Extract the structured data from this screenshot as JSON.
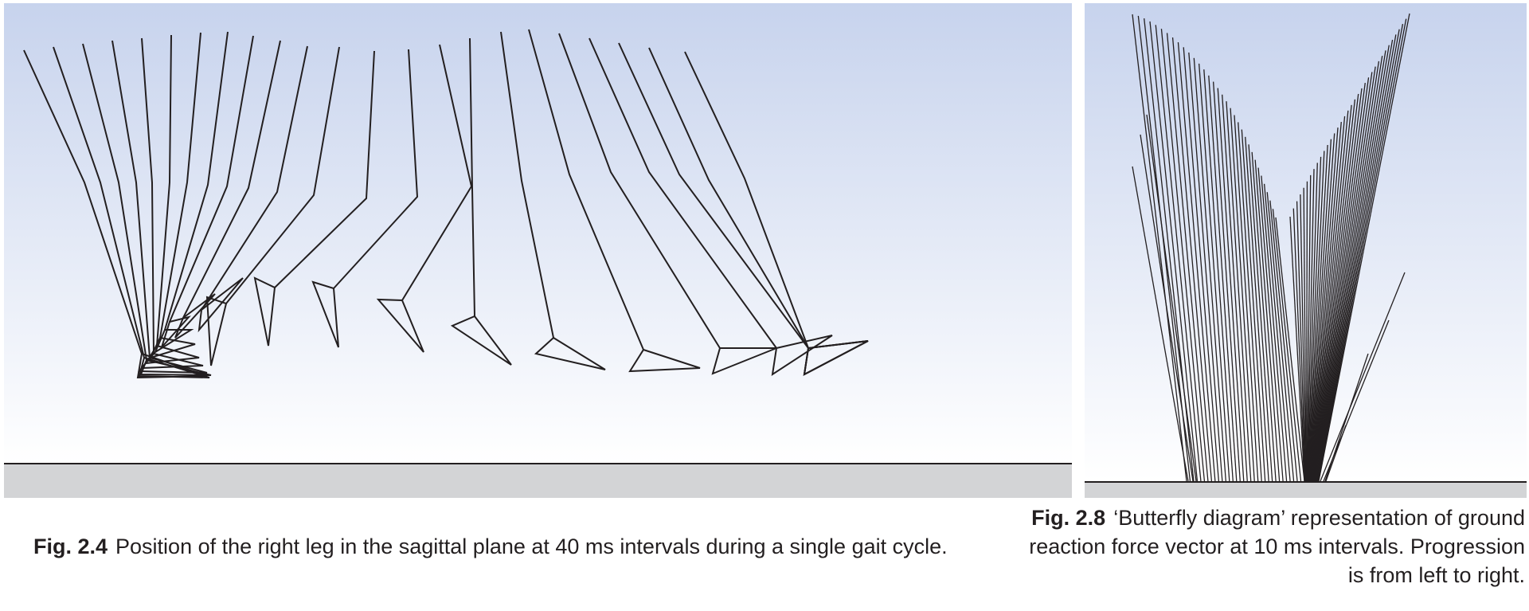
{
  "figures": [
    {
      "label": "Fig. 2.4",
      "caption": "Position of the right leg in the sagittal plane at 40 ms intervals during a single gait cycle."
    },
    {
      "label": "Fig. 2.8",
      "caption": "‘Butterfly diagram’ representation of ground reaction force vector at 10 ms intervals. Progression is from left to right."
    }
  ],
  "colors": {
    "sky_top": "#c7d3ed",
    "sky_bottom": "#ffffff",
    "ground": "#d3d4d6",
    "line": "#231f20"
  }
}
